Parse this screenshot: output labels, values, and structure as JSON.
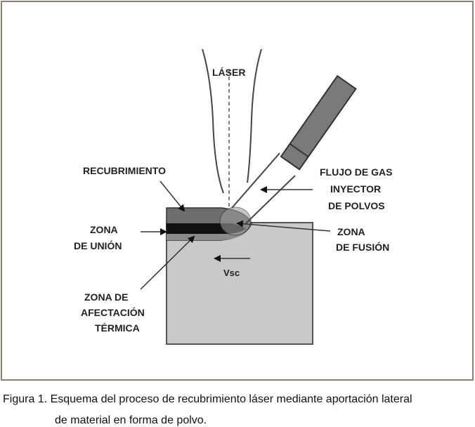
{
  "figure": {
    "labels": {
      "laser": "LÁSER",
      "coating": "RECUBRIMIENTO",
      "gas_flow_1": "FLUJO DE GAS",
      "gas_flow_2": "INYECTOR",
      "gas_flow_3": "DE POLVOS",
      "bond_zone_1": "ZONA",
      "bond_zone_2": "DE UNIÓN",
      "fusion_zone_1": "ZONA",
      "fusion_zone_2": "DE FUSIÓN",
      "haz_1": "ZONA DE",
      "haz_2": "AFECTACIÓN",
      "haz_3": "TÉRMICA",
      "velocity": "Vsc"
    },
    "colors": {
      "substrate": "#c9c9c9",
      "coating": "#6e6e6e",
      "bond": "#111111",
      "nozzle": "#7a7a7a",
      "frame": "#8a8275"
    }
  },
  "caption": {
    "line1": "Figura 1. Esquema del proceso de recubrimiento láser mediante aportación lateral",
    "line2": "de material en forma de polvo."
  }
}
